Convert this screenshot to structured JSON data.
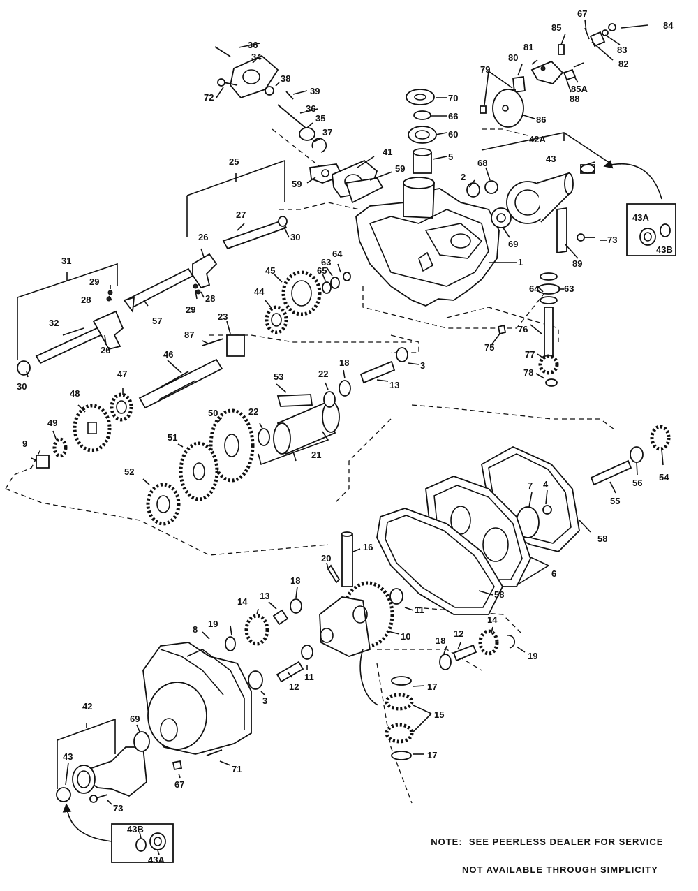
{
  "note": {
    "line1": "NOTE:  SEE PEERLESS DEALER FOR SERVICE",
    "line2": "NOT AVAILABLE THROUGH SIMPLICITY"
  },
  "callouts": {
    "c84": "84",
    "c83": "83",
    "c82": "82",
    "c67a": "67",
    "c85": "85",
    "c85a": "85A",
    "c88": "88",
    "c81": "81",
    "c80": "80",
    "c79": "79",
    "c86": "86",
    "c36a": "36",
    "c34": "34",
    "c72": "72",
    "c38": "38",
    "c39": "39",
    "c36b": "36",
    "c35": "35",
    "c37": "37",
    "c59a": "59",
    "c59b": "59",
    "c41": "41",
    "c70": "70",
    "c66": "66",
    "c60": "60",
    "c5": "5",
    "c42a": "42A",
    "c43a": "43",
    "c43A1": "43A",
    "c43B1": "43B",
    "c68": "68",
    "c2": "2",
    "c69a": "69",
    "c73a": "73",
    "c89": "89",
    "c1": "1",
    "c25": "25",
    "c27": "27",
    "c30a": "30",
    "c26a": "26",
    "c28a": "28",
    "c29a": "29",
    "c31": "31",
    "c29b": "29",
    "c28b": "28",
    "c26b": "26",
    "c57": "57",
    "c32": "32",
    "c30b": "30",
    "c45": "45",
    "c65": "65",
    "c63a": "63",
    "c64a": "64",
    "c44": "44",
    "c23": "23",
    "c87": "87",
    "c46": "46",
    "c64b": "64",
    "c63b": "63",
    "c76": "76",
    "c75": "75",
    "c77": "77",
    "c78": "78",
    "c53": "53",
    "c22a": "22",
    "c18a": "18",
    "c3a": "3",
    "c13a": "13",
    "c22b": "22",
    "c21": "21",
    "c48": "48",
    "c47": "47",
    "c49": "49",
    "c9": "9",
    "c50": "50",
    "c51": "51",
    "c52": "52",
    "c54": "54",
    "c56": "56",
    "c55": "55",
    "c7": "7",
    "c4": "4",
    "c58a": "58",
    "c6": "6",
    "c16": "16",
    "c20": "20",
    "c58b": "58",
    "c18b": "18",
    "c13b": "13",
    "c14a": "14",
    "c19a": "19",
    "c11a": "11",
    "c10": "10",
    "c8": "8",
    "c12a": "12",
    "c11b": "11",
    "c3b": "3",
    "c18c": "18",
    "c12b": "12",
    "c14b": "14",
    "c19b": "19",
    "c17a": "17",
    "c15": "15",
    "c17b": "17",
    "c42": "42",
    "c69b": "69",
    "c43b": "43",
    "c73b": "73",
    "c67b": "67",
    "c71": "71",
    "c43B2": "43B",
    "c43A2": "43A"
  }
}
